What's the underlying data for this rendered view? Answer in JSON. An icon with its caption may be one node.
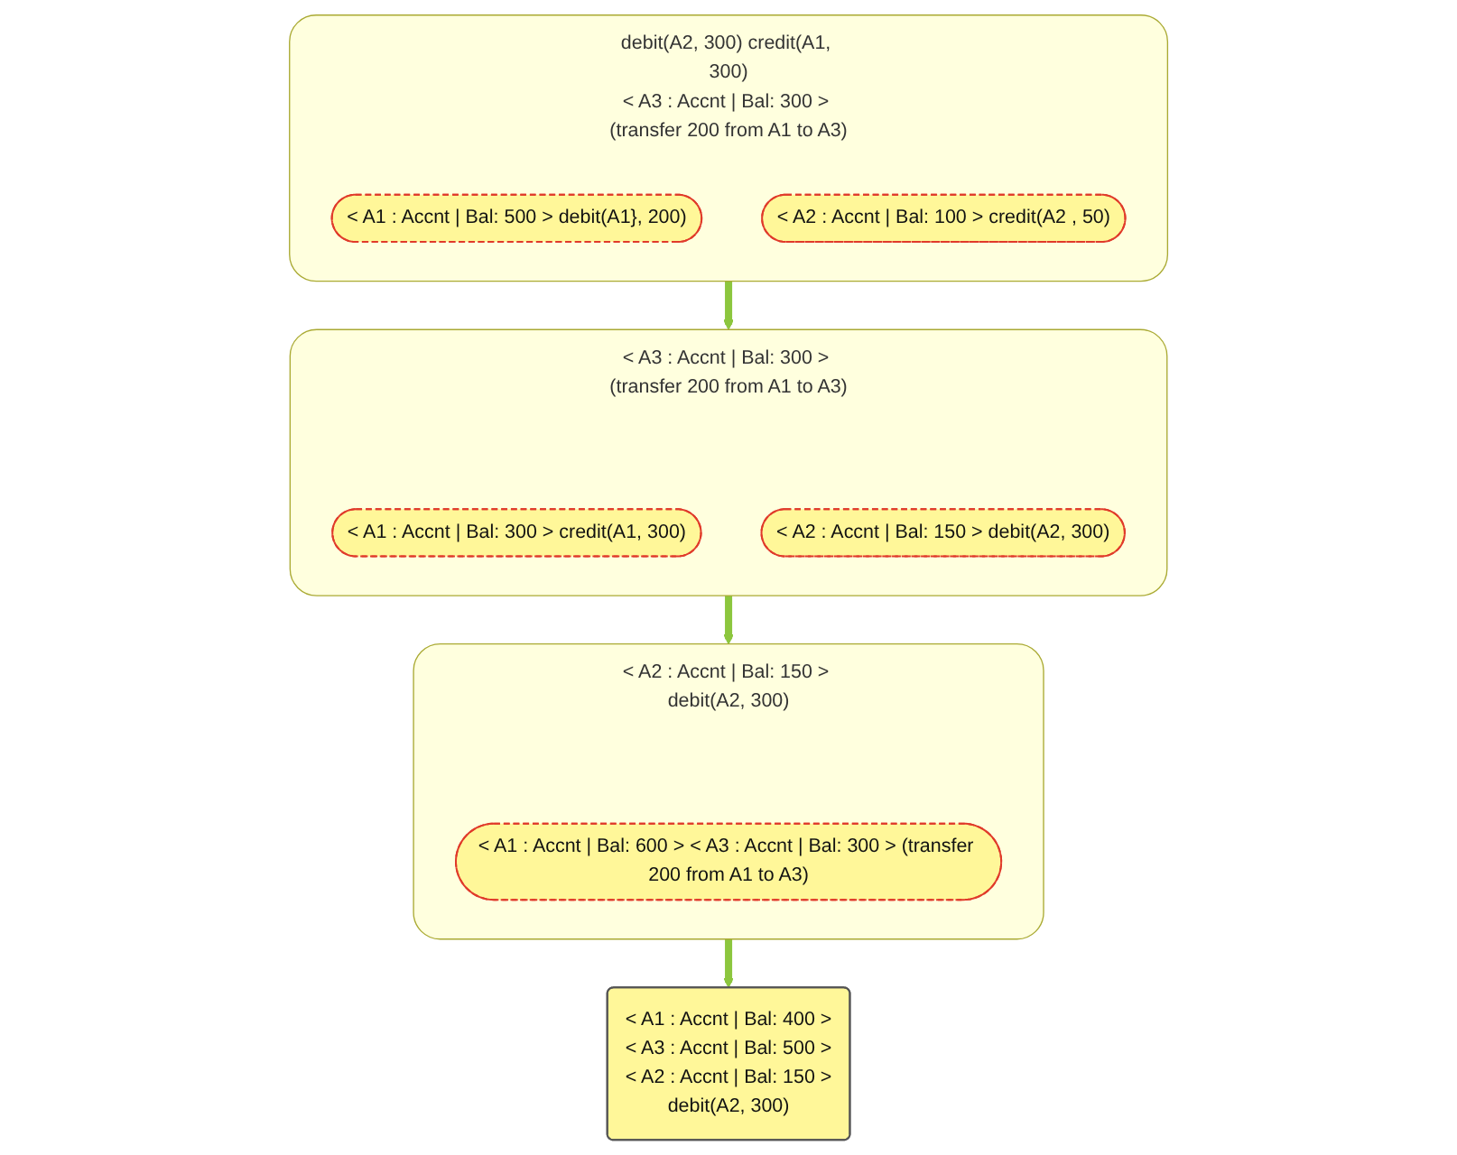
{
  "diagram": {
    "nodes": [
      {
        "text": [
          "debit(A2, 300) credit(A1, 300)",
          "< A3 : Accnt | Bal: 300 > (transfer 200 from A1 to A3)"
        ]
      },
      {
        "text": [
          "< A1 : Accnt | Bal: 500 > debit(A1}, 200)"
        ],
        "in": 0
      },
      {
        "text": [
          "< A2 : Accnt | Bal: 100 > credit(A2 , 50)"
        ],
        "in": 0
      },
      {
        "text": [
          "< A3 : Accnt | Bal: 300 > (transfer 200 from A1 to A3)"
        ]
      },
      {
        "text": [
          "< A1 : Accnt | Bal: 300 > credit(A1, 300)"
        ],
        "in": 3
      },
      {
        "text": [
          "< A2 : Accnt | Bal: 150 > debit(A2, 300)"
        ],
        "in": 3
      },
      {
        "text": [
          "< A1 : Accnt | Bal: 400 >",
          "< A3 : Accnt | Bal: 500 >",
          "< A2 : Accnt | Bal: 150 >",
          "debit(A2, 300)"
        ]
      },
      {
        "text": [
          "< A2 : Accnt | Bal: 150 > debit(A2, 300)"
        ]
      },
      {
        "text": [
          "< A1 : Accnt | Bal: 600 > < A3 : Accnt | Bal: 300 > (transfer 200 from A1 to A3)"
        ],
        "in": 7
      }
    ],
    "edges": [
      {
        "from": 0,
        "to": 3,
        "arrow": "to"
      },
      {
        "from": 3,
        "to": 7,
        "arrow": "to"
      },
      {
        "from": 7,
        "to": 6,
        "arrow": "to"
      }
    ]
  }
}
